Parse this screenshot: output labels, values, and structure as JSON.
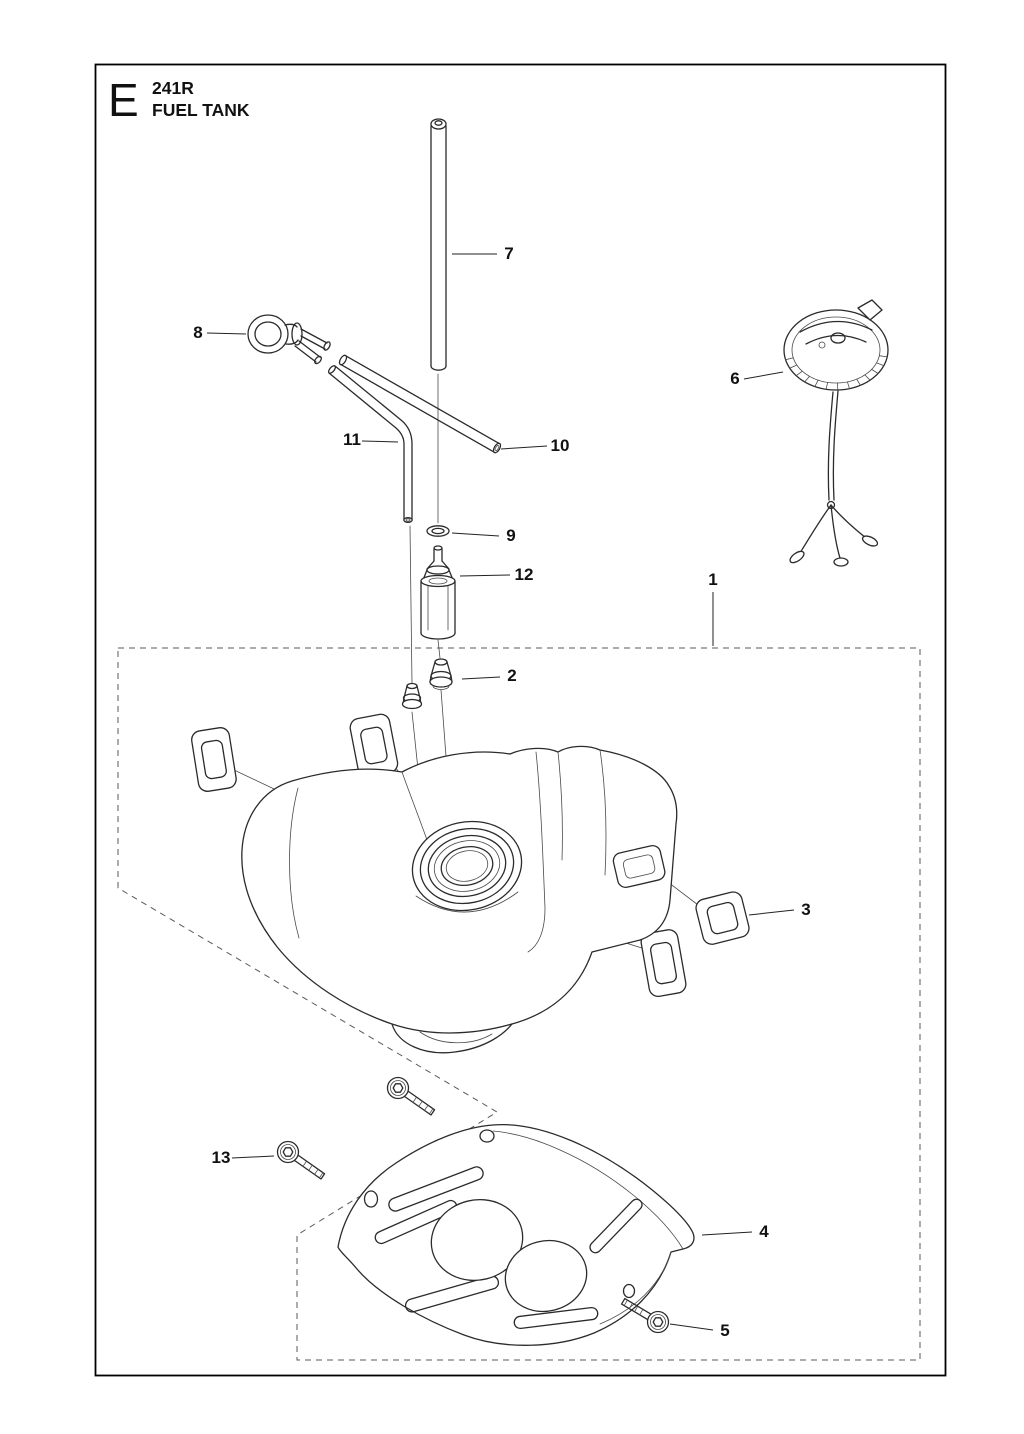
{
  "header": {
    "section_letter": "E",
    "model": "241R",
    "title": "FUEL TANK"
  },
  "diagram": {
    "type": "exploded-parts-diagram",
    "ink_color": "#2b2b2b",
    "callouts": [
      {
        "number": "1",
        "target": "fuel-tank-assembly"
      },
      {
        "number": "2",
        "target": "grommet"
      },
      {
        "number": "3",
        "target": "mounting-pad"
      },
      {
        "number": "4",
        "target": "guard-plate"
      },
      {
        "number": "5",
        "target": "screw"
      },
      {
        "number": "6",
        "target": "fuel-cap"
      },
      {
        "number": "7",
        "target": "breather-tube"
      },
      {
        "number": "8",
        "target": "primer-bulb"
      },
      {
        "number": "9",
        "target": "o-ring"
      },
      {
        "number": "10",
        "target": "fuel-hose-straight"
      },
      {
        "number": "11",
        "target": "fuel-hose-bent"
      },
      {
        "number": "12",
        "target": "fuel-filter"
      },
      {
        "number": "13",
        "target": "screw"
      }
    ]
  }
}
